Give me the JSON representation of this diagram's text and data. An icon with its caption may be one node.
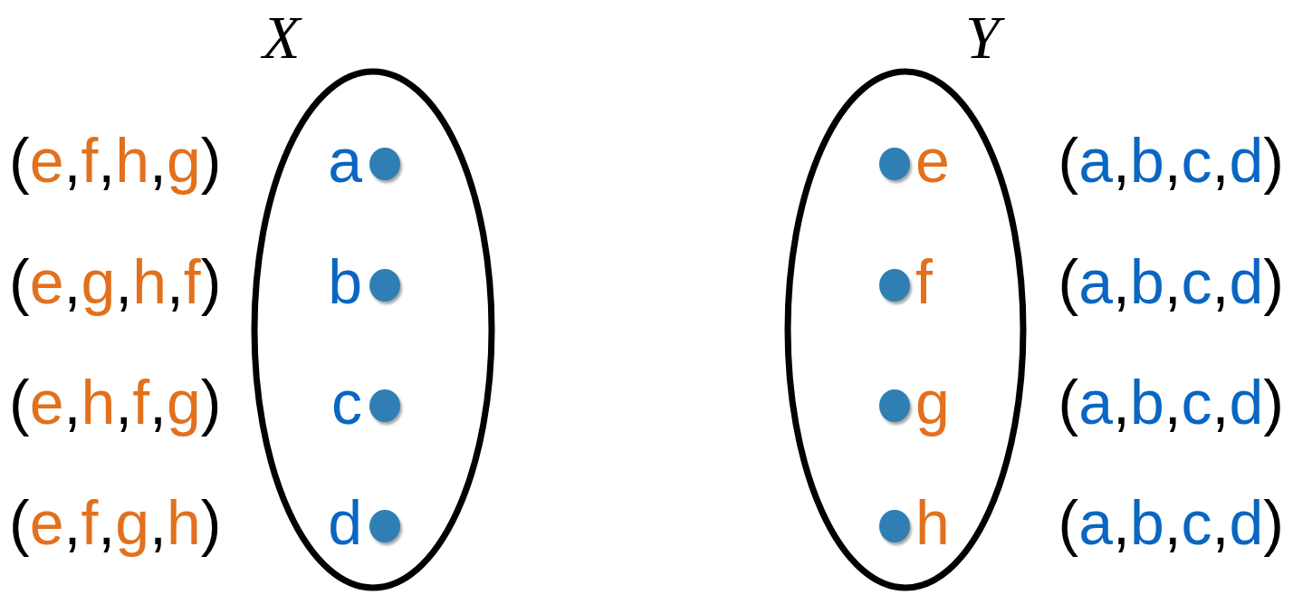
{
  "diagram": {
    "nodes": [
      {
        "text": [
          "X"
        ]
      },
      {
        "text": [],
        "shape": "circle",
        "in": 0,
        "beside": [
          "a",
          "(e,f,h,g)"
        ]
      },
      {
        "text": [],
        "shape": "circle",
        "in": 0,
        "beside": [
          "b",
          "(e,g,h,f)"
        ]
      },
      {
        "text": [],
        "shape": "circle",
        "in": 0,
        "beside": [
          "c",
          "(e,h,f,g)"
        ]
      },
      {
        "text": [],
        "shape": "circle",
        "in": 0,
        "beside": [
          "d",
          "(e,f,g,h)"
        ]
      },
      {
        "text": [
          "Y"
        ]
      },
      {
        "text": [],
        "shape": "circle",
        "in": 5,
        "beside": [
          "e",
          "(a,b,c,d)"
        ]
      },
      {
        "text": [],
        "shape": "circle",
        "in": 5,
        "beside": [
          "f",
          "(a,b,c,d)"
        ]
      },
      {
        "text": [],
        "shape": "circle",
        "in": 5,
        "beside": [
          "g",
          "(a,b,c,d)"
        ]
      },
      {
        "text": [],
        "shape": "circle",
        "in": 5,
        "beside": [
          "h",
          "(a,b,c,d)"
        ]
      }
    ]
  }
}
